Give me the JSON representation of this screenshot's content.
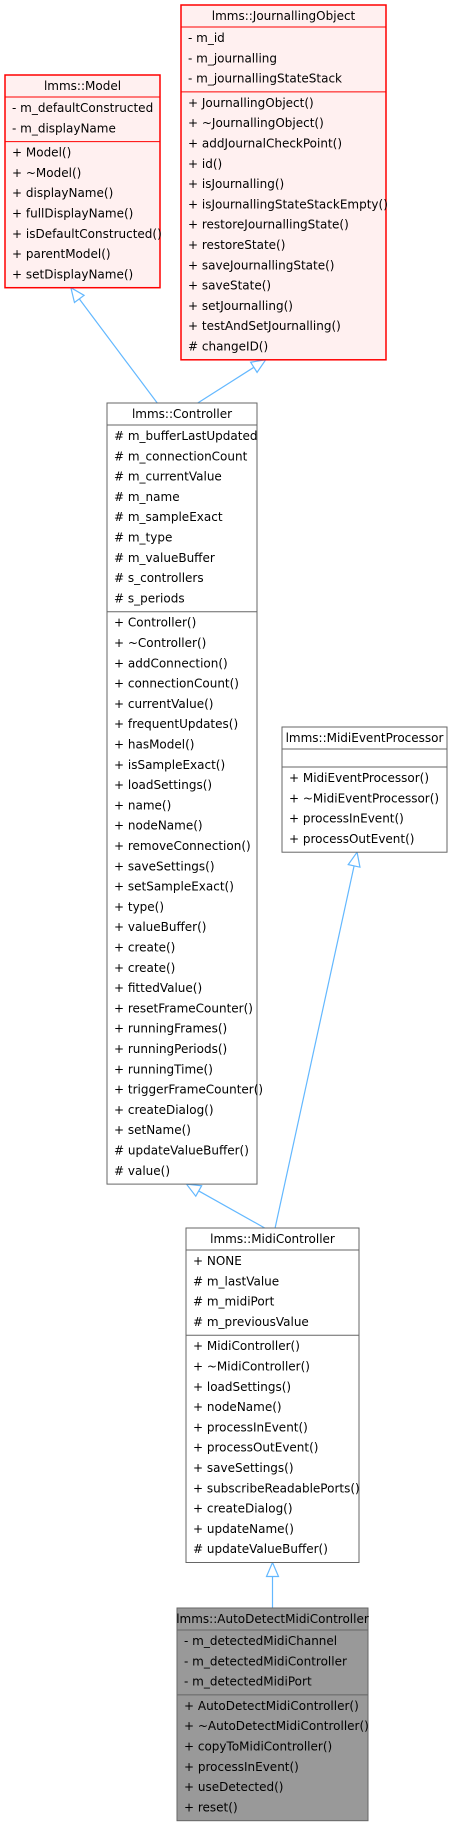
{
  "classes": {
    "model": {
      "name": "lmms::Model",
      "attributes": [
        {
          "vis": "-",
          "text": "m_defaultConstructed"
        },
        {
          "vis": "-",
          "text": "m_displayName"
        }
      ],
      "operations": [
        {
          "vis": "+",
          "text": "Model()"
        },
        {
          "vis": "+",
          "text": "~Model()"
        },
        {
          "vis": "+",
          "text": "displayName()"
        },
        {
          "vis": "+",
          "text": "fullDisplayName()"
        },
        {
          "vis": "+",
          "text": "isDefaultConstructed()"
        },
        {
          "vis": "+",
          "text": "parentModel()"
        },
        {
          "vis": "+",
          "text": "setDisplayName()"
        }
      ]
    },
    "journalling": {
      "name": "lmms::JournallingObject",
      "attributes": [
        {
          "vis": "-",
          "text": "m_id"
        },
        {
          "vis": "-",
          "text": "m_journalling"
        },
        {
          "vis": "-",
          "text": "m_journallingStateStack"
        }
      ],
      "operations": [
        {
          "vis": "+",
          "text": "JournallingObject()"
        },
        {
          "vis": "+",
          "text": "~JournallingObject()"
        },
        {
          "vis": "+",
          "text": "addJournalCheckPoint()"
        },
        {
          "vis": "+",
          "text": "id()"
        },
        {
          "vis": "+",
          "text": "isJournalling()"
        },
        {
          "vis": "+",
          "text": "isJournallingStateStackEmpty()"
        },
        {
          "vis": "+",
          "text": "restoreJournallingState()"
        },
        {
          "vis": "+",
          "text": "restoreState()"
        },
        {
          "vis": "+",
          "text": "saveJournallingState()"
        },
        {
          "vis": "+",
          "text": "saveState()"
        },
        {
          "vis": "+",
          "text": "setJournalling()"
        },
        {
          "vis": "+",
          "text": "testAndSetJournalling()"
        },
        {
          "vis": "#",
          "text": "changeID()"
        }
      ]
    },
    "controller": {
      "name": "lmms::Controller",
      "attributes": [
        {
          "vis": "#",
          "text": "m_bufferLastUpdated"
        },
        {
          "vis": "#",
          "text": "m_connectionCount"
        },
        {
          "vis": "#",
          "text": "m_currentValue"
        },
        {
          "vis": "#",
          "text": "m_name"
        },
        {
          "vis": "#",
          "text": "m_sampleExact"
        },
        {
          "vis": "#",
          "text": "m_type"
        },
        {
          "vis": "#",
          "text": "m_valueBuffer"
        },
        {
          "vis": "#",
          "text": "s_controllers"
        },
        {
          "vis": "#",
          "text": "s_periods"
        }
      ],
      "operations": [
        {
          "vis": "+",
          "text": "Controller()"
        },
        {
          "vis": "+",
          "text": "~Controller()"
        },
        {
          "vis": "+",
          "text": "addConnection()"
        },
        {
          "vis": "+",
          "text": "connectionCount()"
        },
        {
          "vis": "+",
          "text": "currentValue()"
        },
        {
          "vis": "+",
          "text": "frequentUpdates()"
        },
        {
          "vis": "+",
          "text": "hasModel()"
        },
        {
          "vis": "+",
          "text": "isSampleExact()"
        },
        {
          "vis": "+",
          "text": "loadSettings()"
        },
        {
          "vis": "+",
          "text": "name()"
        },
        {
          "vis": "+",
          "text": "nodeName()"
        },
        {
          "vis": "+",
          "text": "removeConnection()"
        },
        {
          "vis": "+",
          "text": "saveSettings()"
        },
        {
          "vis": "+",
          "text": "setSampleExact()"
        },
        {
          "vis": "+",
          "text": "type()"
        },
        {
          "vis": "+",
          "text": "valueBuffer()"
        },
        {
          "vis": "+",
          "text": "create()"
        },
        {
          "vis": "+",
          "text": "create()"
        },
        {
          "vis": "+",
          "text": "fittedValue()"
        },
        {
          "vis": "+",
          "text": "resetFrameCounter()"
        },
        {
          "vis": "+",
          "text": "runningFrames()"
        },
        {
          "vis": "+",
          "text": "runningPeriods()"
        },
        {
          "vis": "+",
          "text": "runningTime()"
        },
        {
          "vis": "+",
          "text": "triggerFrameCounter()"
        },
        {
          "vis": "+",
          "text": "createDialog()"
        },
        {
          "vis": "+",
          "text": "setName()"
        },
        {
          "vis": "#",
          "text": "updateValueBuffer()"
        },
        {
          "vis": "#",
          "text": "value()"
        }
      ]
    },
    "midievent": {
      "name": "lmms::MidiEventProcessor",
      "attributes": [],
      "operations": [
        {
          "vis": "+",
          "text": "MidiEventProcessor()"
        },
        {
          "vis": "+",
          "text": "~MidiEventProcessor()"
        },
        {
          "vis": "+",
          "text": "processInEvent()"
        },
        {
          "vis": "+",
          "text": "processOutEvent()"
        }
      ]
    },
    "midicontroller": {
      "name": "lmms::MidiController",
      "attributes": [
        {
          "vis": "+",
          "text": "NONE"
        },
        {
          "vis": "#",
          "text": "m_lastValue"
        },
        {
          "vis": "#",
          "text": "m_midiPort"
        },
        {
          "vis": "#",
          "text": "m_previousValue"
        }
      ],
      "operations": [
        {
          "vis": "+",
          "text": "MidiController()"
        },
        {
          "vis": "+",
          "text": "~MidiController()"
        },
        {
          "vis": "+",
          "text": "loadSettings()"
        },
        {
          "vis": "+",
          "text": "nodeName()"
        },
        {
          "vis": "+",
          "text": "processInEvent()"
        },
        {
          "vis": "+",
          "text": "processOutEvent()"
        },
        {
          "vis": "+",
          "text": "saveSettings()"
        },
        {
          "vis": "+",
          "text": "subscribeReadablePorts()"
        },
        {
          "vis": "+",
          "text": "createDialog()"
        },
        {
          "vis": "+",
          "text": "updateName()"
        },
        {
          "vis": "#",
          "text": "updateValueBuffer()"
        }
      ]
    },
    "autodetect": {
      "name": "lmms::AutoDetectMidiController",
      "attributes": [
        {
          "vis": "-",
          "text": "m_detectedMidiChannel"
        },
        {
          "vis": "-",
          "text": "m_detectedMidiController"
        },
        {
          "vis": "-",
          "text": "m_detectedMidiPort"
        }
      ],
      "operations": [
        {
          "vis": "+",
          "text": "AutoDetectMidiController()"
        },
        {
          "vis": "+",
          "text": "~AutoDetectMidiController()"
        },
        {
          "vis": "+",
          "text": "copyToMidiController()"
        },
        {
          "vis": "+",
          "text": "processInEvent()"
        },
        {
          "vis": "+",
          "text": "useDetected()"
        },
        {
          "vis": "+",
          "text": "reset()"
        }
      ]
    }
  },
  "inheritance": [
    {
      "child": "controller",
      "parent": "model"
    },
    {
      "child": "controller",
      "parent": "journalling"
    },
    {
      "child": "midicontroller",
      "parent": "controller"
    },
    {
      "child": "midicontroller",
      "parent": "midievent"
    },
    {
      "child": "autodetect",
      "parent": "midicontroller"
    }
  ],
  "colors": {
    "edge": "#63b8ff",
    "highlight_border": "#ff0000",
    "highlight_fill": "#fff0f0",
    "normal_border": "#666666",
    "normal_fill": "#ffffff",
    "focus_border": "#666666",
    "focus_fill": "#999999"
  }
}
